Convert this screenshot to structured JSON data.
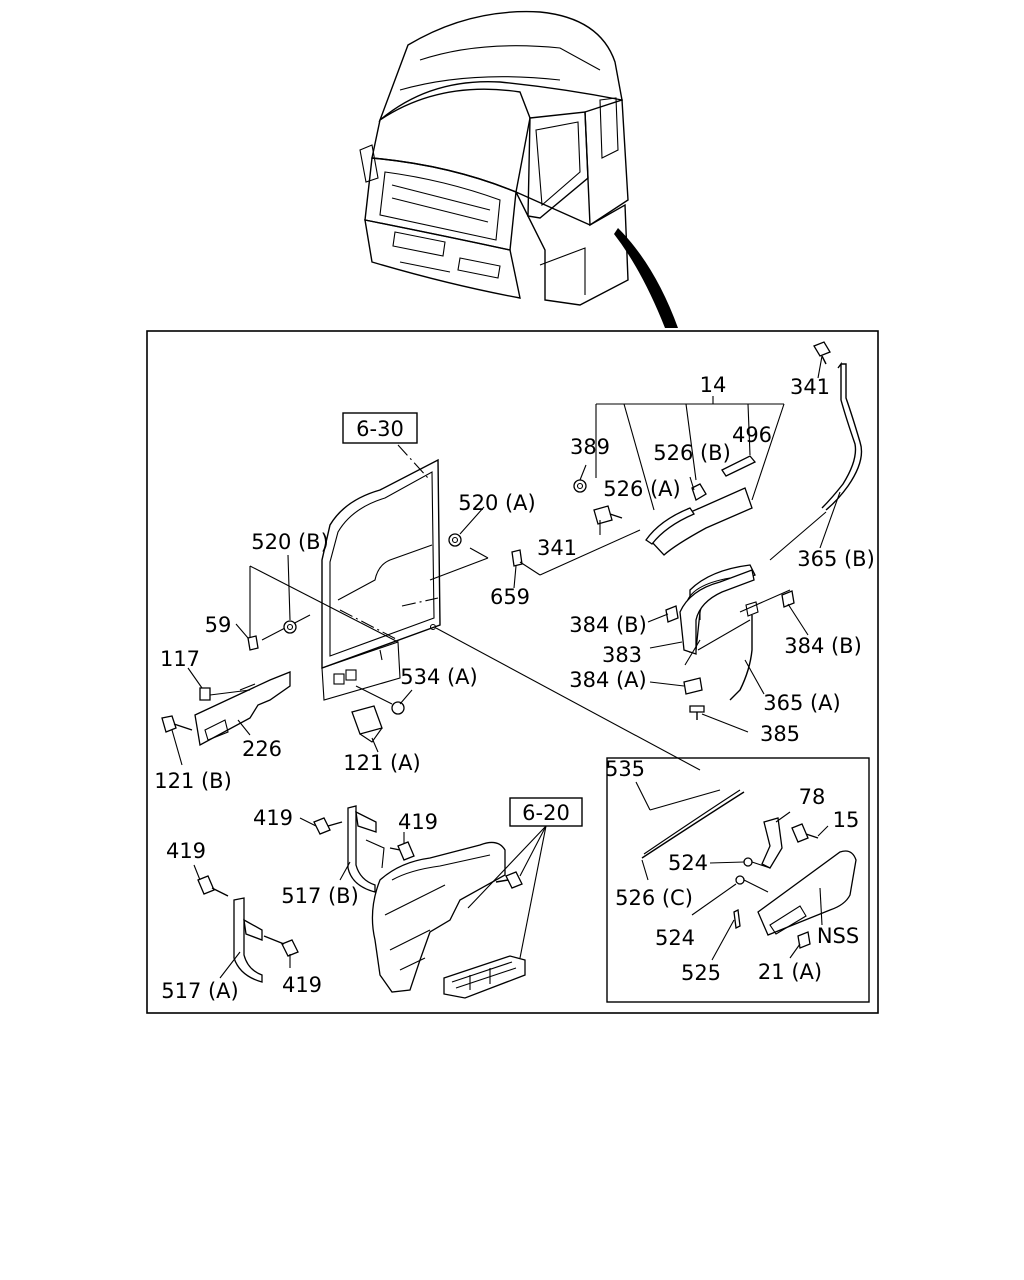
{
  "callouts": {
    "c14": "14",
    "c341_top": "341",
    "c389": "389",
    "c526b": "526 (B)",
    "c496": "496",
    "c526a": "526 (A)",
    "c341_mid": "341",
    "c365b": "365 (B)",
    "c659": "659",
    "c520a": "520 (A)",
    "c520b": "520 (B)",
    "c384b_left": "384 (B)",
    "c384b_right": "384 (B)",
    "c383": "383",
    "c384a": "384 (A)",
    "c365a": "365 (A)",
    "c385": "385",
    "c59": "59",
    "c117": "117",
    "c226": "226",
    "c121b": "121 (B)",
    "c121a": "121 (A)",
    "c534a": "534 (A)",
    "c535": "535",
    "c78": "78",
    "c15": "15",
    "c524_top": "524",
    "c524_bottom": "524",
    "c526c": "526 (C)",
    "c525": "525",
    "c21a": "21 (A)",
    "cNSS": "NSS",
    "c419_a": "419",
    "c419_b": "419",
    "c419_c": "419",
    "c419_d": "419",
    "c517b": "517 (B)",
    "c517a": "517 (A)"
  },
  "refs": {
    "ref630": "6-30",
    "ref620": "6-20"
  }
}
